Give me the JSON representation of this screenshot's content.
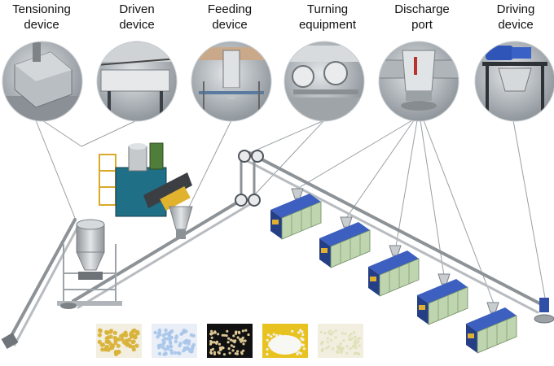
{
  "labels": [
    {
      "id": "tensioning",
      "text": "Tensioning\ndevice"
    },
    {
      "id": "driven",
      "text": "Driven\ndevice"
    },
    {
      "id": "feeding",
      "text": "Feeding\ndevice"
    },
    {
      "id": "turning",
      "text": "Turning\nequipment"
    },
    {
      "id": "discharge",
      "text": "Discharge\nport"
    },
    {
      "id": "driving",
      "text": "Driving\ndevice"
    }
  ],
  "photo_icons": [
    "tensioning-device-photo",
    "driven-device-photo",
    "feeding-device-photo",
    "turning-equipment-photo",
    "discharge-port-photo",
    "driving-device-photo"
  ],
  "material_samples": [
    {
      "name": "yellow-granules-sample",
      "color": "#d9b23a"
    },
    {
      "name": "blue-crystal-sample",
      "color": "#a9c6ea"
    },
    {
      "name": "beige-powder-sample",
      "color": "#e3cf9a"
    },
    {
      "name": "white-powder-sample",
      "color": "#f1f1ee"
    },
    {
      "name": "fine-granule-sample",
      "color": "#dfe0b8"
    }
  ],
  "colors": {
    "pipe": "#8d9296",
    "extruder_blue": "#2f4fa8",
    "extruder_green": "#bfd5b0",
    "hopper": "#b8bcc0",
    "leader_line": "#9aa0a4"
  }
}
